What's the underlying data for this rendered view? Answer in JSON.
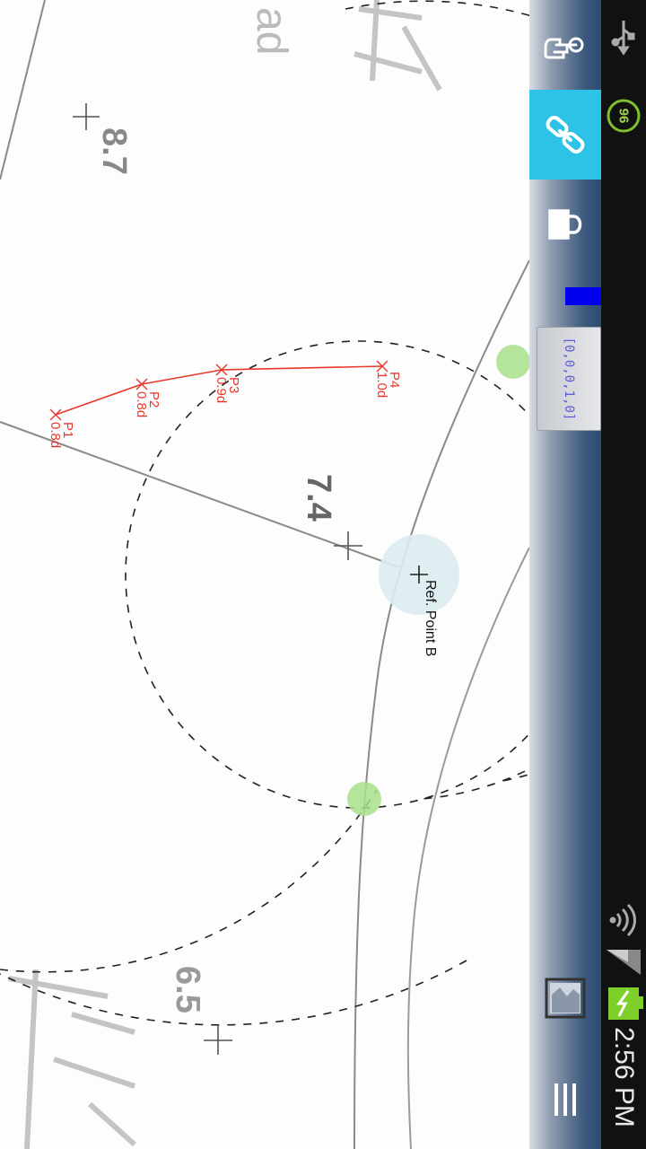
{
  "map": {
    "spot_heights": [
      "8.7",
      "7.4",
      "6.5"
    ],
    "partial_text": "ad",
    "ref_point_label": "Ref. Point B",
    "points": [
      {
        "name": "P1",
        "value": "0.8d"
      },
      {
        "name": "P2",
        "value": "0.8d"
      },
      {
        "name": "P3",
        "value": "0.9d"
      },
      {
        "name": "P4",
        "value": "1.0d"
      }
    ],
    "colors": {
      "track": "#e8372b",
      "intersection": "#a8e08a",
      "ref_halo": "#dcecee"
    }
  },
  "toolbar": {
    "icons": [
      "touch-icon",
      "link-icon",
      "lock-icon",
      "image-icon",
      "menu-icon"
    ],
    "active": "link-icon",
    "coordinate_readout": "[0,0,0,1,0]",
    "indicator_color": "#0000ee"
  },
  "status_bar": {
    "time": "2:56 PM",
    "battery_percent": "96",
    "icons": [
      "usb-icon",
      "battery-saver-icon",
      "wifi-icon",
      "signal-icon",
      "battery-charging-icon"
    ]
  }
}
